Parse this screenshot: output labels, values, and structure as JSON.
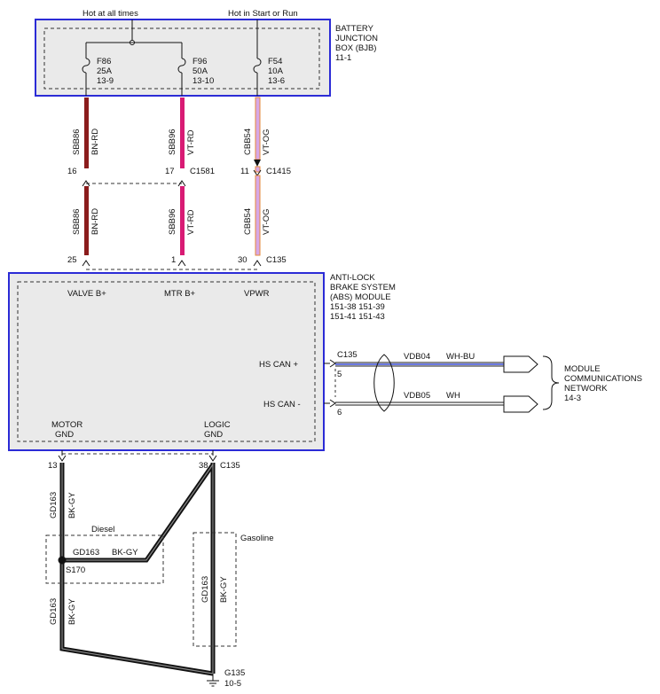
{
  "top_labels": {
    "hot_at_all_times": "Hot at all times",
    "hot_in_start_or_run": "Hot in Start or Run"
  },
  "bjb": {
    "title_lines": [
      "BATTERY",
      "JUNCTION",
      "BOX (BJB)",
      "11-1"
    ],
    "fuses": [
      {
        "name": "F86",
        "amps": "25A",
        "ref": "13-9"
      },
      {
        "name": "F96",
        "amps": "50A",
        "ref": "13-10"
      },
      {
        "name": "F54",
        "amps": "10A",
        "ref": "13-6"
      }
    ]
  },
  "circuits": [
    {
      "circuit": "SBB86",
      "color": "BN-RD"
    },
    {
      "circuit": "SBB96",
      "color": "VT-RD"
    },
    {
      "circuit": "CBB54",
      "color": "VT-OG"
    }
  ],
  "connectors": {
    "c1581": {
      "pins": [
        "16",
        "17"
      ],
      "name": "C1581"
    },
    "c1415": {
      "pins": [
        "11"
      ],
      "name": "C1415"
    },
    "c135_top": {
      "pins": [
        "25",
        "1",
        "30"
      ],
      "name": "C135"
    }
  },
  "abs": {
    "title_lines": [
      "ANTI-LOCK",
      "BRAKE SYSTEM",
      "(ABS) MODULE",
      "151-38   151-39",
      "151-41   151-43"
    ],
    "pins_top": [
      "VALVE B+",
      "MTR B+",
      "VPWR"
    ],
    "hs_can_plus": "HS CAN +",
    "hs_can_minus": "HS CAN -",
    "motor_gnd": [
      "MOTOR",
      "GND"
    ],
    "logic_gnd": [
      "LOGIC",
      "GND"
    ]
  },
  "network": {
    "connector": "C135",
    "pin_plus": "5",
    "pin_minus": "6",
    "wire_plus": {
      "circuit": "VDB04",
      "color": "WH-BU"
    },
    "wire_minus": {
      "circuit": "VDB05",
      "color": "WH"
    },
    "title_lines": [
      "MODULE",
      "COMMUNICATIONS",
      "NETWORK",
      "14-3"
    ]
  },
  "ground": {
    "pin_motor": "13",
    "pin_logic": "38",
    "connector": "C135",
    "circuit": "GD163",
    "color": "BK-GY",
    "diesel_label": "Diesel",
    "gasoline_label": "Gasoline",
    "splice": "S170",
    "ground_name": "G135",
    "ground_ref": "10-5"
  }
}
